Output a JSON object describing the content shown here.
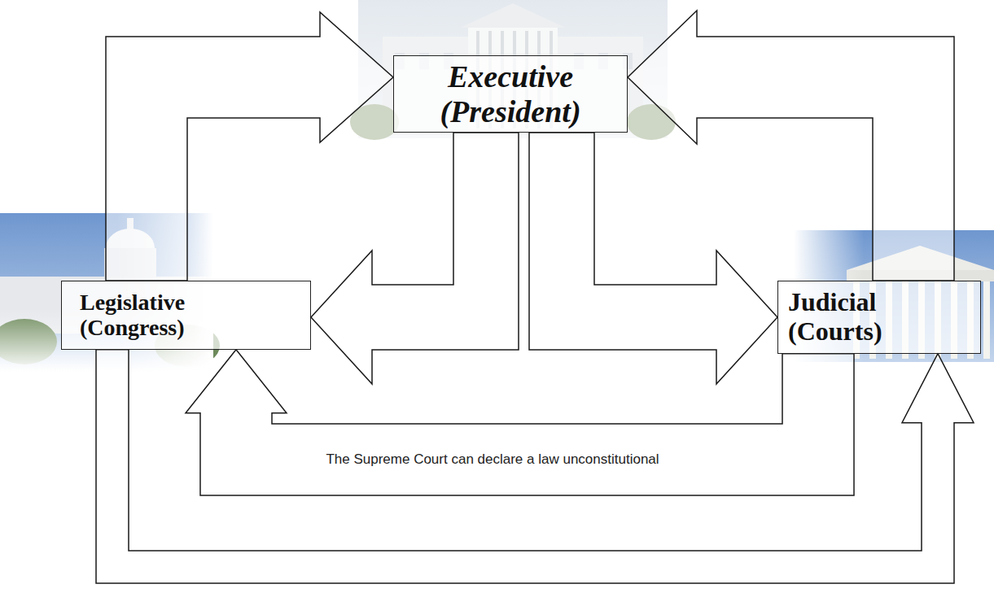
{
  "diagram": {
    "nodes": [
      {
        "text": [
          "Executive (President)"
        ]
      },
      {
        "text": [
          "Legislative (Congress)"
        ]
      },
      {
        "text": [
          "Judicial (Courts)"
        ]
      }
    ],
    "edges": [
      {
        "from": 1,
        "to": 0,
        "arrow": "to"
      },
      {
        "from": 2,
        "to": 0,
        "arrow": "to"
      },
      {
        "from": 0,
        "to": 1,
        "arrow": "to"
      },
      {
        "from": 0,
        "to": 2,
        "arrow": "to"
      },
      {
        "from": 2,
        "to": 1,
        "label": "The Supreme Court can declare a law unconstitutional",
        "arrow": "to"
      },
      {
        "from": 1,
        "to": 2,
        "arrow": "to"
      }
    ]
  }
}
